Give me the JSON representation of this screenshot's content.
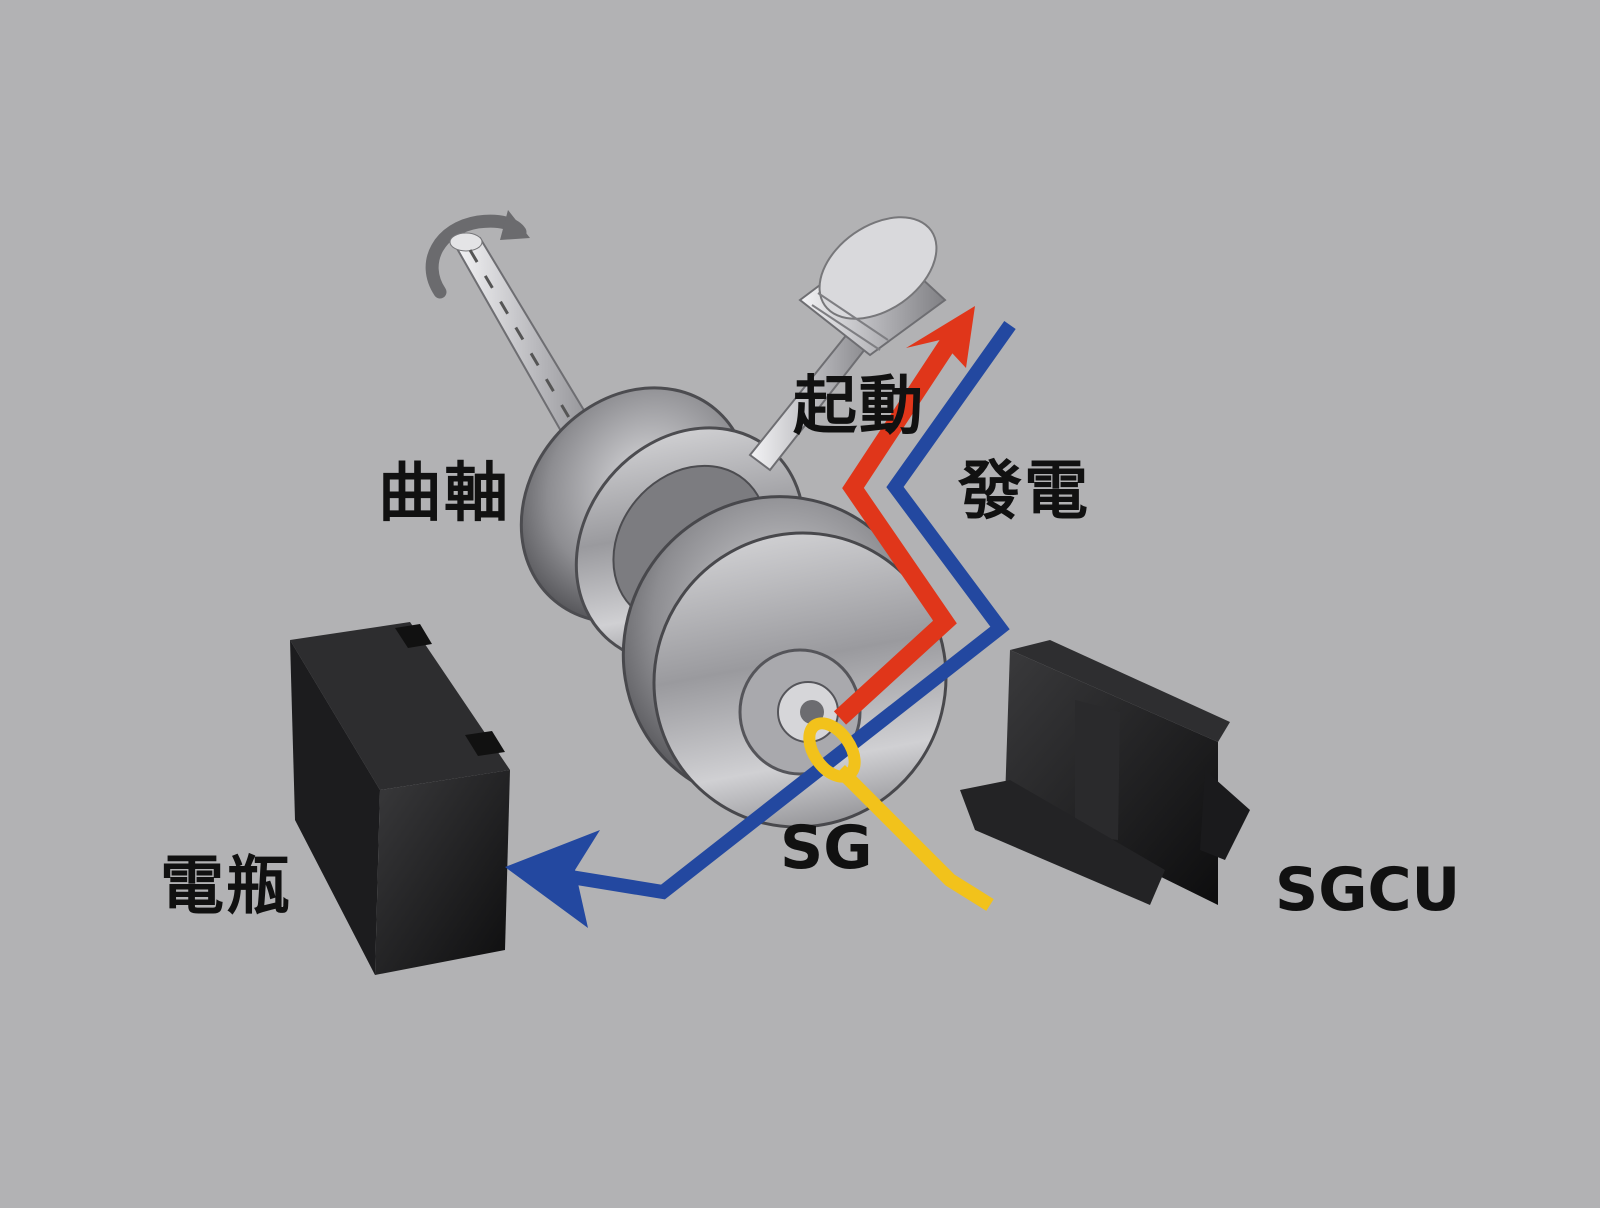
{
  "labels": {
    "crankshaft": "曲軸",
    "start": "起動",
    "generate": "發電",
    "battery": "電瓶",
    "sg": "SG",
    "sgcu": "SGCU"
  },
  "colors": {
    "background": "#b2b2b4",
    "start_path": "#e0361a",
    "charge_path": "#2348a0",
    "control_path": "#f2c21b",
    "text": "#111111"
  },
  "icons": {
    "rotation": "rotation-arrow-icon",
    "battery": "battery-icon",
    "controller": "sgcu-controller-icon",
    "engine": "crankshaft-generator-icon"
  }
}
